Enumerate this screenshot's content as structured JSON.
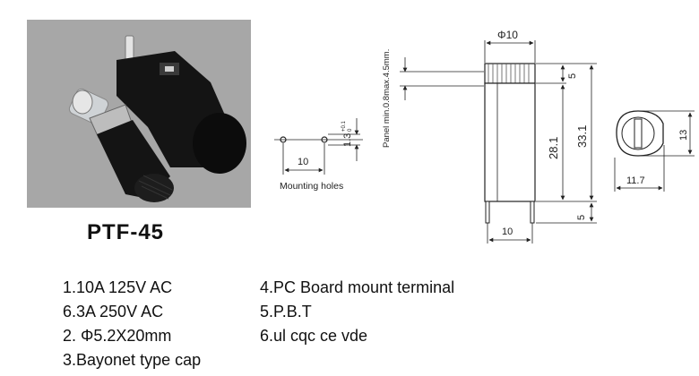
{
  "product": {
    "model": "PTF-45"
  },
  "drawings": {
    "mounting_holes": {
      "label": "Mounting holes",
      "spacing": "10",
      "diameter": "1.3",
      "diameter_tol": "+0.1",
      "diameter_tol_low": "0"
    },
    "side_view": {
      "cap_diameter": "Φ10",
      "panel_note": "Panel min.0.8max.4.5mm.",
      "cap_height": "5",
      "body_height": "28.1",
      "total_height": "33.1",
      "terminal_length": "5",
      "base_width": "10"
    },
    "top_view": {
      "width": "11.7",
      "height": "13"
    }
  },
  "specs": {
    "col1": [
      "1.10A 125V AC",
      "6.3A 250V AC",
      "2. Φ5.2X20mm",
      "3.Bayonet type cap"
    ],
    "col2": [
      "4.PC Board mount terminal",
      "5.P.B.T",
      "6.ul cqc ce vde"
    ]
  },
  "colors": {
    "photo_bg": "#a7a7a7",
    "part_black": "#141414",
    "line": "#222222"
  }
}
